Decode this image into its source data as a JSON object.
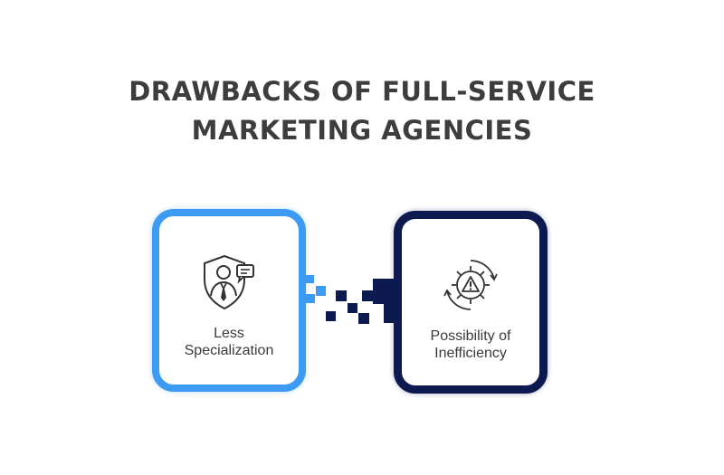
{
  "title": {
    "line1": "DRAWBACKS OF FULL-SERVICE",
    "line2": "MARKETING AGENCIES"
  },
  "cards": [
    {
      "line1": "Less",
      "line2": "Specialization",
      "icon": "shield-person-chat-icon",
      "border_color": "#3d9bf3"
    },
    {
      "line1": "Possibility of",
      "line2": "Inefficiency",
      "icon": "gear-warning-icon",
      "border_color": "#0d1a4f"
    }
  ],
  "connector": {
    "light_color": "#3d9bf3",
    "dark_color": "#0d1a4f"
  }
}
